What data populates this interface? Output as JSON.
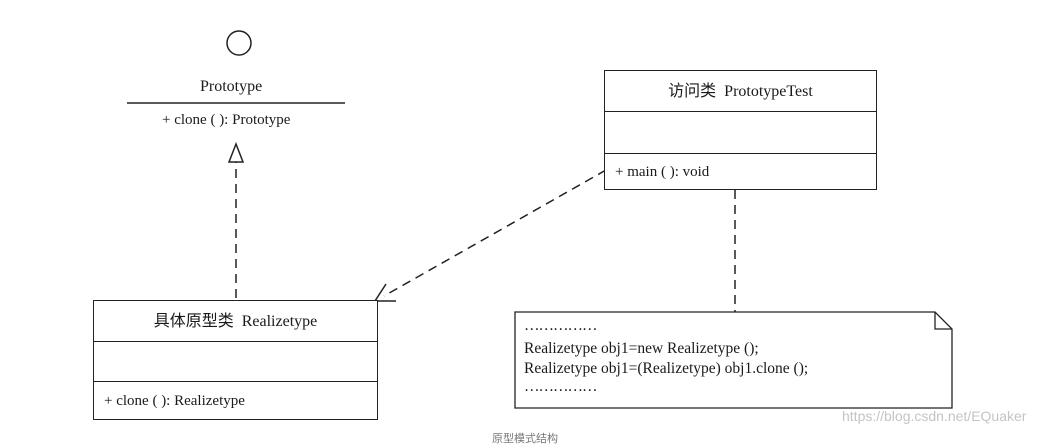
{
  "interface": {
    "name": "Prototype",
    "operation": "+ clone ( ): Prototype"
  },
  "client": {
    "title": "访问类  PrototypeTest",
    "operation": "+ main ( ): void"
  },
  "concrete": {
    "title": "具体原型类  Realizetype",
    "operation": "+ clone ( ): Realizetype"
  },
  "note": {
    "lines": [
      "……………",
      "Realizetype obj1=new Realizetype ();",
      "Realizetype obj1=(Realizetype) obj1.clone ();",
      "……………"
    ]
  },
  "watermark": "https://blog.csdn.net/EQuaker",
  "caption": "原型模式结构"
}
